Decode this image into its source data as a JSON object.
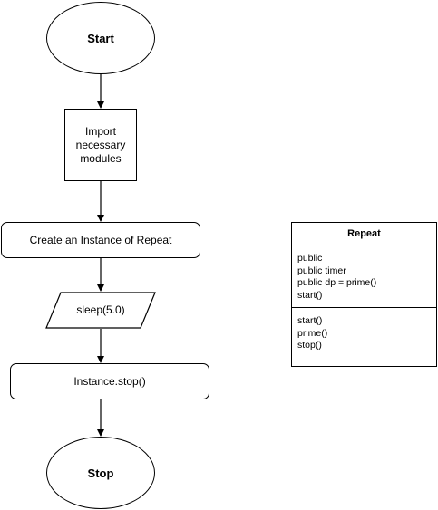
{
  "flowchart": {
    "start": "Start",
    "import": "Import\nnecessary\nmodules",
    "create": "Create an Instance of Repeat",
    "sleep": "sleep(5.0)",
    "stop_call": "Instance.stop()",
    "stop": "Stop"
  },
  "class_box": {
    "title": "Repeat",
    "attributes": "public i\npublic timer\npublic dp = prime()\nstart()",
    "operations": "start()\nprime()\nstop()"
  }
}
